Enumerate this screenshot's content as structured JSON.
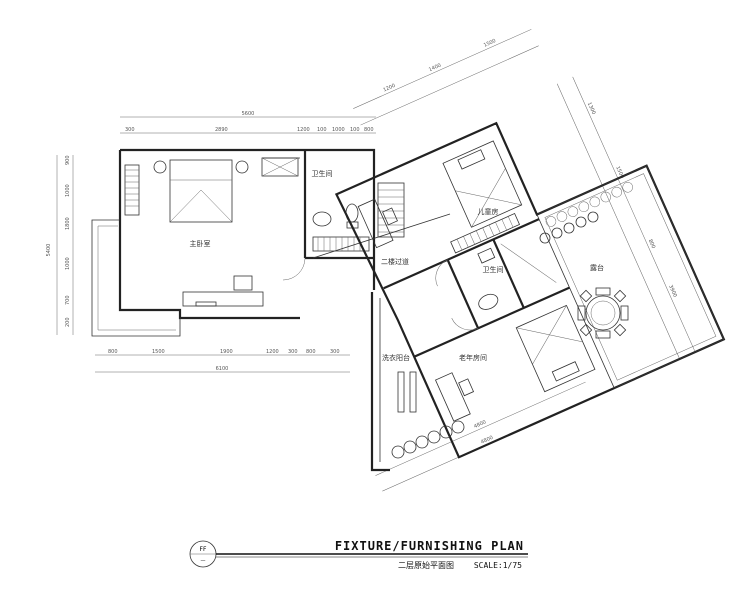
{
  "title_block": {
    "main_title": "FIXTURE/FURNISHING PLAN",
    "subtitle": "二层原始平面图",
    "scale": "SCALE:1/75",
    "marker_label": "FF"
  },
  "rooms": {
    "master_bedroom": "主卧室",
    "bathroom_1": "卫生间",
    "corridor": "二楼过道",
    "kids_room": "儿童房",
    "bathroom_2": "卫生间",
    "terrace": "露台",
    "elderly_room": "老年房间",
    "laundry_balcony": "洗衣阳台"
  },
  "dimensions": {
    "top_overall": "5600",
    "top_segments": [
      "300",
      "2890",
      "1200",
      "100",
      "1000",
      "100",
      "800"
    ],
    "bottom_overall": "6100",
    "bottom_segments": [
      "800",
      "1500",
      "1900",
      "1200",
      "300",
      "800",
      "300"
    ],
    "left_overall": "5400",
    "left_segments": [
      "900",
      "1000",
      "1800",
      "1000",
      "700",
      "200"
    ],
    "diag_top": [
      "1200",
      "1400",
      "1500"
    ],
    "diag_right": [
      "1300",
      "1500",
      "800",
      "3900"
    ],
    "diag_bottom": [
      "4800",
      "4800"
    ]
  }
}
